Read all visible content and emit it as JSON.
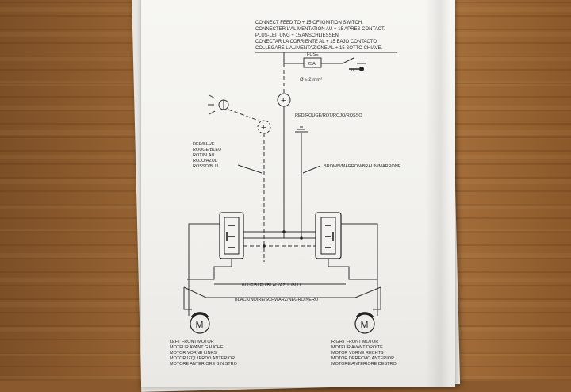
{
  "instructions": [
    "CONNECT FEED TO + 15 OF IGNITION SWITCH.",
    "CONNECTER L'ALIMENTATION AU + 15 APRES CONTACT.",
    "PLUS-LEITUNG + 15 ANSCHLIESSEN.",
    "CONECTAR LA CORRIENTE AL + 15 BAJO CONTACTO",
    "COLLEGARE L'ALIMENTAZIONE AL + 15 SOTTO CHIAVE."
  ],
  "fuse": {
    "label": "FUSE",
    "rating": "25A"
  },
  "wire_size": "Ø ≥ 2  mm²",
  "plus_symbol": "+",
  "motor_symbol": "M",
  "wires": {
    "red": "RED/ROUGE/ROT/ROJO/ROSSO",
    "red_blue": [
      "RED/BLUE",
      "ROUGE/BLEU",
      "ROT/BLAU",
      "ROJO/AZUL",
      "ROSSO/BLU"
    ],
    "brown": "BROWN/MARRON/BRAUN/MARRONE",
    "blue": "BLUE/BLEU/BLAU/AZUL/BLU",
    "black": "BLACK/NOIRE/SCHWARZ/NEGRO/NERO"
  },
  "left_motor": [
    "LEFT FRONT MOTOR",
    "MOTEUR AVANT GAUCHE",
    "MOTOR VORNE LINKS",
    "MOTOR IZQUIERDO ANTERIOR",
    "MOTORE ANTERIORE SINISTRO"
  ],
  "right_motor": [
    "RIGHT FRONT MOTOR",
    "MOTEUR AVANT DROITE",
    "MOTOR VORNE RECHTS",
    "MOTOR DERECHO ANTERIOR",
    "MOTORE ANTERIORE DESTRO"
  ]
}
